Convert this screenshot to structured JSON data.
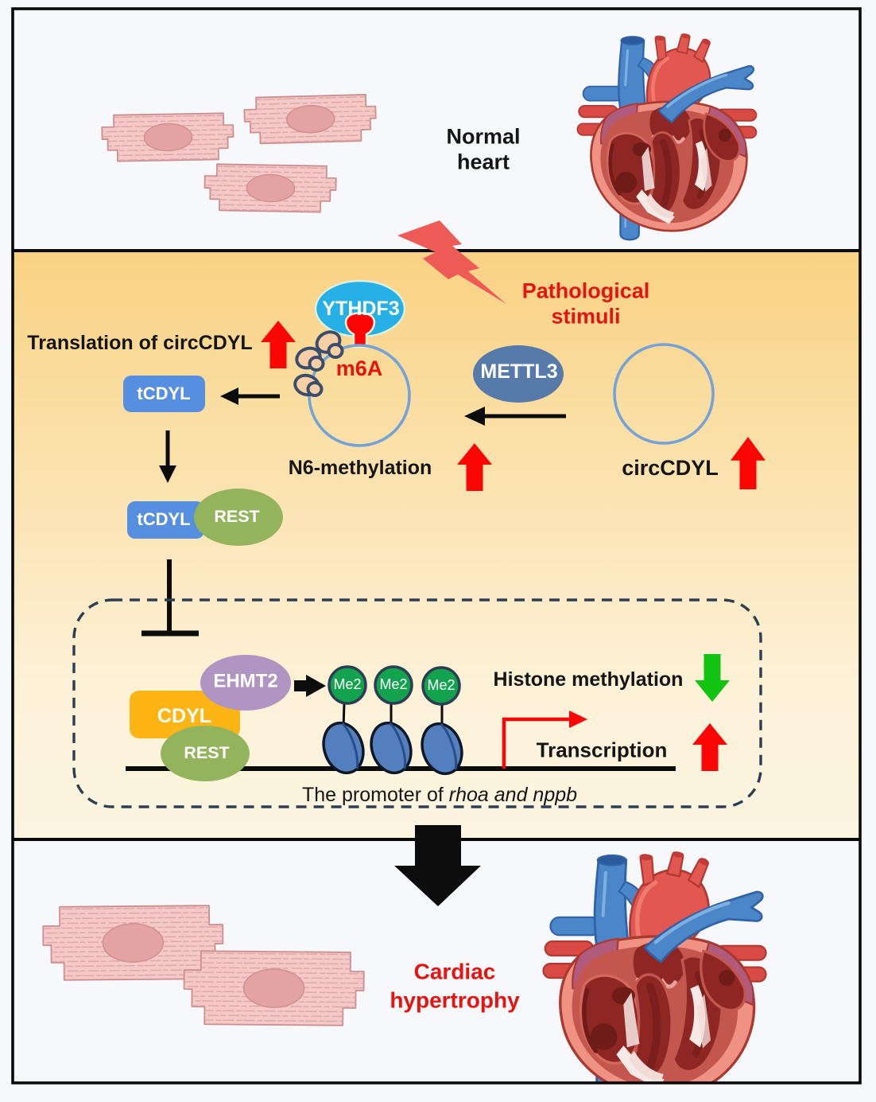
{
  "top_panel": {
    "heart_label": "Normal heart"
  },
  "middle_panel": {
    "stimuli_label": "Pathological stimuli",
    "translation_label": "Translation of circCDYL",
    "ythdf3_label": "YTHDF3",
    "m6a_label": "m6A",
    "tcdyl_label": "tCDYL",
    "rest_label": "REST",
    "mettl3_label": "METTL3",
    "n6_label": "N6-methylation",
    "circcdyl_label": "circCDYL",
    "ehmt2_label": "EHMT2",
    "cdyl_label": "CDYL",
    "me2_label": "Me2",
    "histone_label": "Histone methylation",
    "transcription_label": "Transcription",
    "promoter_prefix": "The promoter of",
    "promoter_genes": "rhoa and nppb"
  },
  "bottom_panel": {
    "heart_label": "Cardiac hypertrophy"
  },
  "colors": {
    "page-bg": "#f8f9fd",
    "panel-bg": "#f6f8fb",
    "frame": "#0a0a0a",
    "gold-top": "#f9d283",
    "gold-bottom": "#fdf5e2",
    "red-text": "#e8130e",
    "arrow-red": "#fb0505",
    "arrow-green": "#12c412",
    "bolt": "#ee5b57",
    "ythdf3": "#27b0e6",
    "circle-stroke": "#74a3da",
    "bead-fill": "#f8cfa4",
    "bead-edge": "#3b4d6d",
    "tcdyl": "#568fe0",
    "rest": "#93b45c",
    "mettl3": "#567aa9",
    "ehmt2": "#b095c2",
    "cdyl": "#fcb514",
    "me2": "#13a24d",
    "nucleosome": "#537fbf",
    "dash": "#2c3e54",
    "cell-fill": "#f4c9c8",
    "cell-edge": "#cb8d8d",
    "cell-stria": "#dfa8a8",
    "cell-nucleus": "#e2a3a2",
    "cell-nucleus-edge": "#d18f8f",
    "heart-wall": "#ef9183",
    "heart-edge": "#a93a30",
    "heart-muscle": "#c4574d",
    "heart-chamber": "#8e2723",
    "heart-deep": "#6f1b18",
    "heart-mauve": "#b05a7e",
    "heart-white": "#f7e9e6",
    "vessel-blue": "#4a86c8",
    "vessel-blue-edge": "#2f62a8",
    "vessel-red": "#d94a44",
    "vessel-red-edge": "#b03a32"
  }
}
